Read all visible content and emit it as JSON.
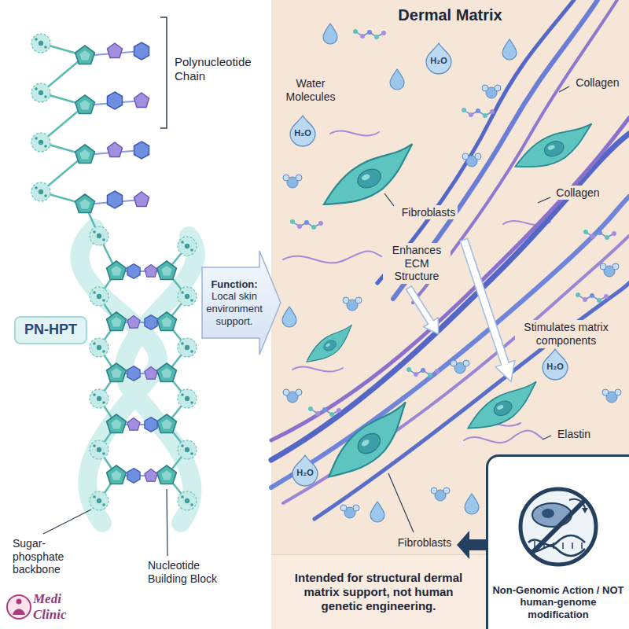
{
  "diagram": {
    "nodes": [
      {
        "text": [
          "PN-HPT"
        ]
      },
      {
        "text": [
          "Function:",
          "Local skin environment support."
        ]
      },
      {
        "text": [
          "Dermal Matrix"
        ]
      },
      {
        "text": [
          "H₂O"
        ],
        "in": 2
      },
      {
        "text": [
          "H₂O"
        ],
        "in": 2
      },
      {
        "text": [
          "H₂O"
        ],
        "in": 2
      },
      {
        "text": [
          "H₂O"
        ],
        "in": 2
      },
      {
        "text": [
          "Intended for structural dermal matrix support, not human genetic engineering."
        ],
        "in": 2
      },
      {
        "text": [
          "Non-Genomic Action / NOT human-genome modification"
        ],
        "in": 2
      }
    ],
    "labels": [
      "Polynucleotide Chain",
      "Water Molecules",
      "Collagen",
      "Fibroblasts",
      "Collagen",
      "Enhances ECM Structure",
      "Stimulates matrix components",
      "Elastin",
      "Fibroblasts",
      "Sugar-phosphate backbone",
      "Nucleotide Building Block",
      "Medi Clinic"
    ]
  }
}
